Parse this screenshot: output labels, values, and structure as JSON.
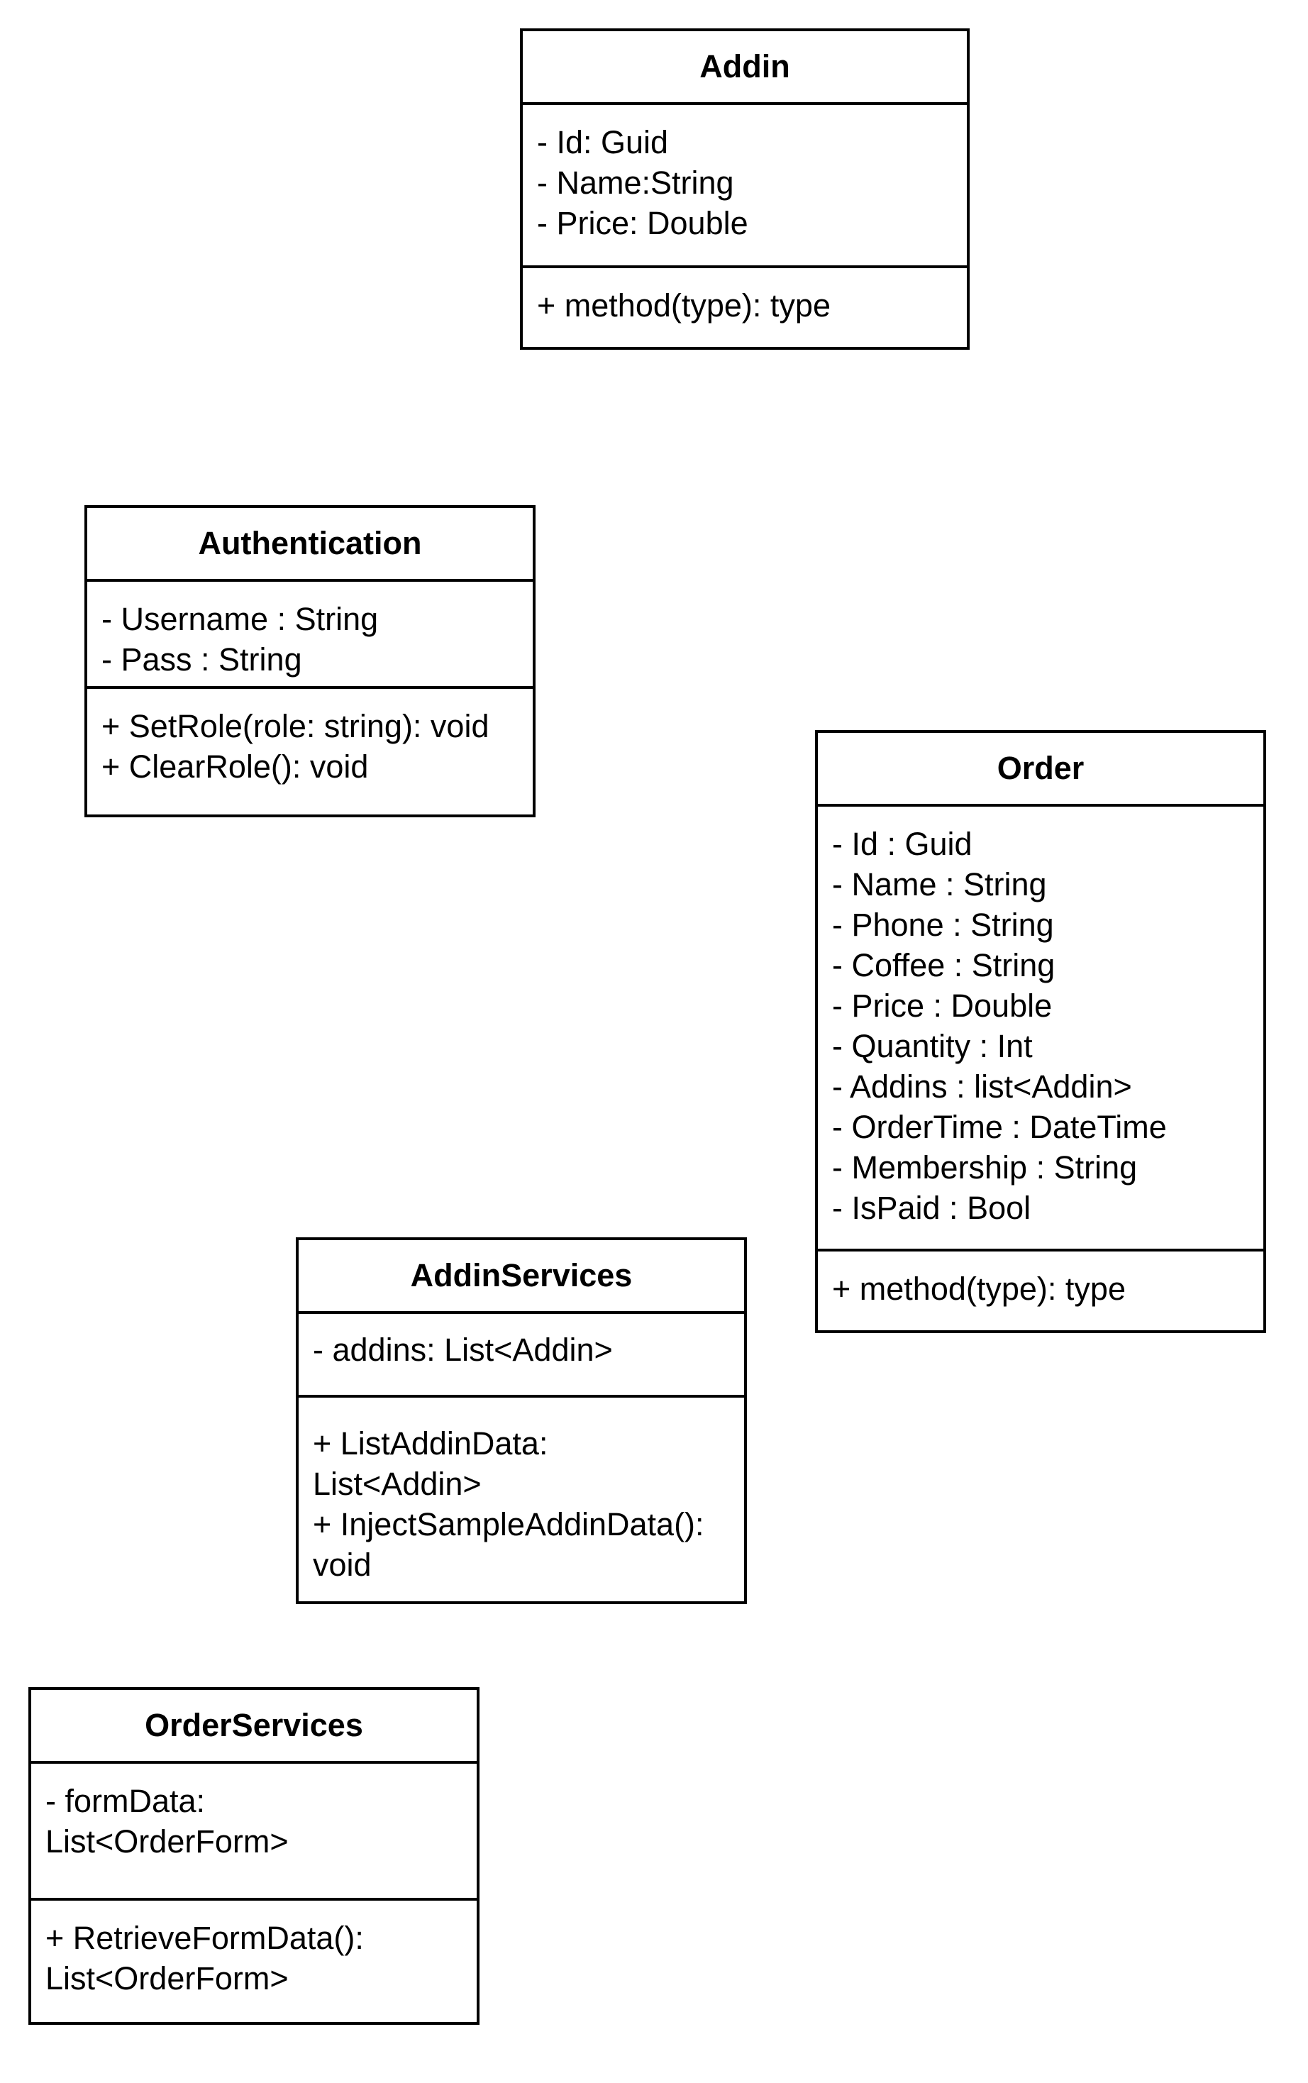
{
  "classes": {
    "addin": {
      "name": "Addin",
      "attributes": [
        "- Id: Guid",
        "- Name:String",
        "- Price: Double"
      ],
      "methods": [
        "+ method(type): type"
      ]
    },
    "authentication": {
      "name": "Authentication",
      "attributes": [
        "- Username : String",
        "- Pass : String"
      ],
      "methods": [
        "+ SetRole(role: string): void",
        "+ ClearRole(): void"
      ]
    },
    "order": {
      "name": "Order",
      "attributes": [
        "- Id : Guid",
        "- Name : String",
        "- Phone : String",
        "- Coffee : String",
        "- Price : Double",
        "- Quantity : Int",
        "- Addins : list<Addin>",
        "- OrderTime : DateTime",
        "- Membership : String",
        "- IsPaid : Bool"
      ],
      "methods": [
        "+ method(type): type"
      ]
    },
    "addin_services": {
      "name": "AddinServices",
      "attributes": [
        "- addins: List<Addin>"
      ],
      "methods": [
        "+ ListAddinData:",
        "List<Addin>",
        "+ InjectSampleAddinData():",
        "void"
      ]
    },
    "order_services": {
      "name": "OrderServices",
      "attributes": [
        "- formData:",
        "List<OrderForm>"
      ],
      "methods": [
        "+ RetrieveFormData():",
        "List<OrderForm>"
      ]
    }
  }
}
